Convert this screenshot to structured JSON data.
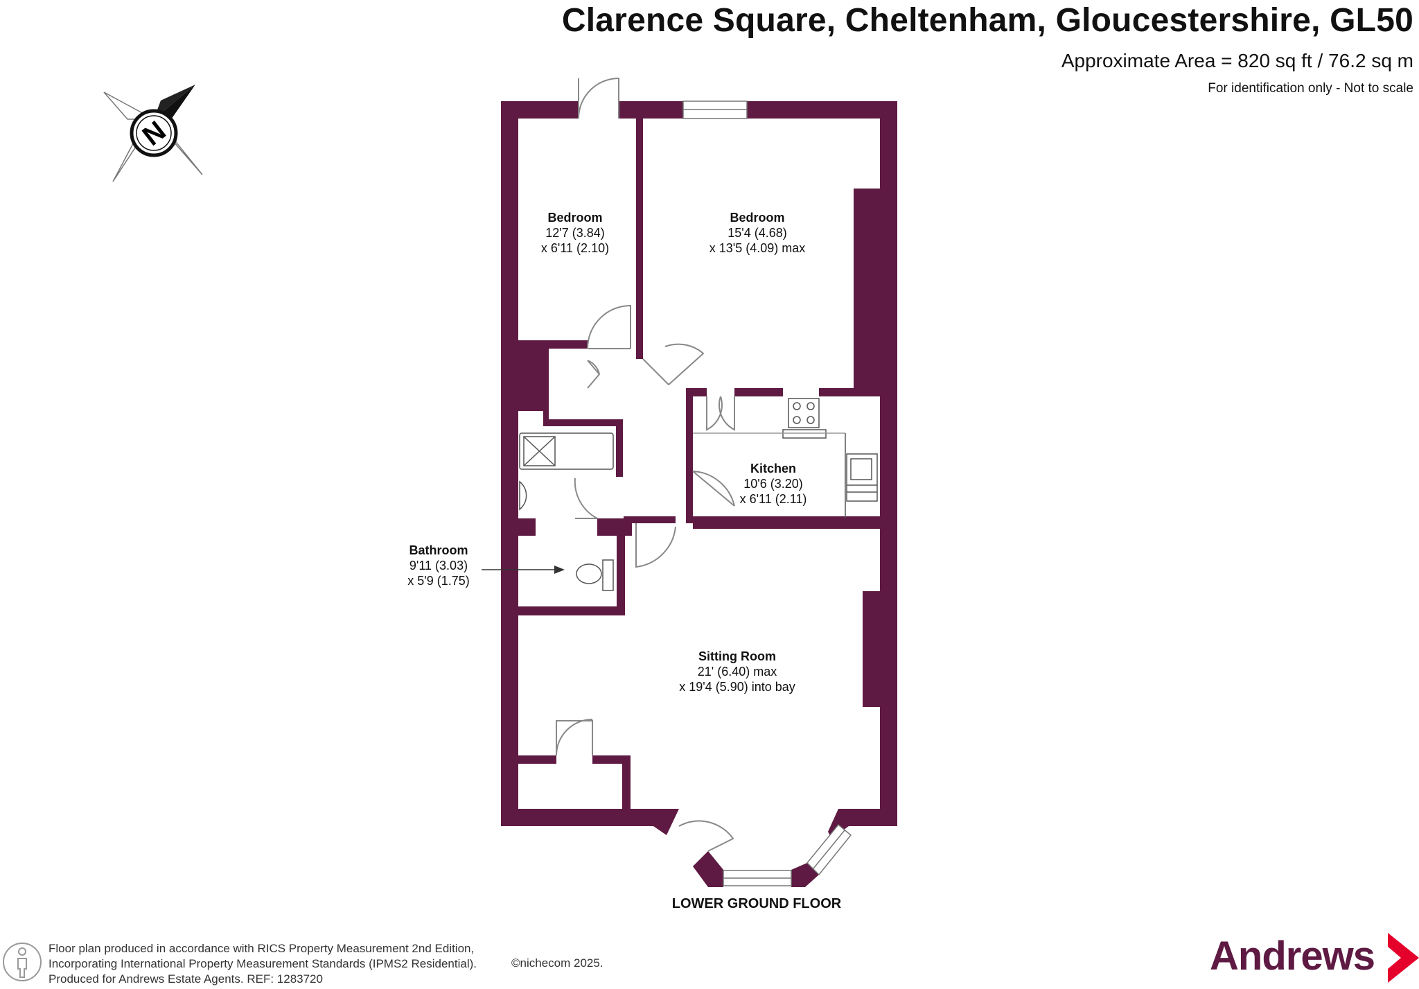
{
  "header": {
    "address": "Clarence Square, Cheltenham, Gloucestershire, GL50",
    "area": "Approximate Area = 820 sq ft / 76.2 sq m",
    "note": "For identification only - Not to scale"
  },
  "compass": {
    "label": "N"
  },
  "rooms": {
    "bedroom1": {
      "name": "Bedroom",
      "dim1": "12'7 (3.84)",
      "dim2": "x 6'11 (2.10)"
    },
    "bedroom2": {
      "name": "Bedroom",
      "dim1": "15'4 (4.68)",
      "dim2": "x 13'5 (4.09) max"
    },
    "kitchen": {
      "name": "Kitchen",
      "dim1": "10'6 (3.20)",
      "dim2": "x 6'11 (2.11)"
    },
    "bathroom": {
      "name": "Bathroom",
      "dim1": "9'11 (3.03)",
      "dim2": "x 5'9 (1.75)"
    },
    "sitting": {
      "name": "Sitting Room",
      "dim1": "21' (6.40) max",
      "dim2": "x 19'4 (5.90) into bay"
    }
  },
  "floor_label": "LOWER GROUND FLOOR",
  "footer": {
    "line1": "Floor plan produced in accordance with RICS Property Measurement 2nd Edition,",
    "line2": "Incorporating International Property Measurement Standards (IPMS2 Residential).",
    "copyright": "©nichecom 2025.",
    "line3": "Produced for Andrews Estate Agents.   REF: 1283720"
  },
  "brand": {
    "name": "Andrews"
  },
  "colors": {
    "wall": "#5e1a42",
    "brand_red": "#e4002b"
  }
}
